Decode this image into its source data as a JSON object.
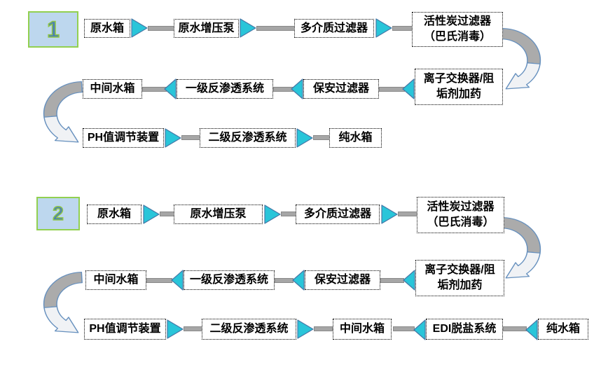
{
  "diagram": {
    "type": "process-flow",
    "description": "Two water treatment process flows",
    "colors": {
      "triangle_fill": "#29c5d9",
      "triangle_stroke": "#4577a6",
      "connector_bar": "#a6a6a6",
      "box_border": "#000000",
      "box_bg": "#ffffff",
      "badge_bg": "#bdd7ee",
      "badge_border": "#92d050",
      "badge_text": "#4a7fb5",
      "curve_gray": "#ababab",
      "curve_light": "#f0f2f5",
      "curve_stroke": "#6690be"
    }
  },
  "flows": [
    {
      "badge": "1",
      "nodes": [
        "原水箱",
        "原水增压泵",
        "多介质过滤器",
        "活性炭过滤器\n（巴氏消毒）",
        "离子交换器/阻\n垢剂加药",
        "保安过滤器",
        "一级反渗透系统",
        "中间水箱",
        "PH值调节装置",
        "二级反渗透系统",
        "纯水箱"
      ]
    },
    {
      "badge": "2",
      "nodes": [
        "原水箱",
        "原水增压泵",
        "多介质过滤器",
        "活性炭过滤器\n（巴氏消毒）",
        "离子交换器/阻\n垢剂加药",
        "保安过滤器",
        "一级反渗透系统",
        "中间水箱",
        "PH值调节装置",
        "二级反渗透系统",
        "中间水箱",
        "EDI脱盐系统",
        "纯水箱"
      ]
    }
  ]
}
